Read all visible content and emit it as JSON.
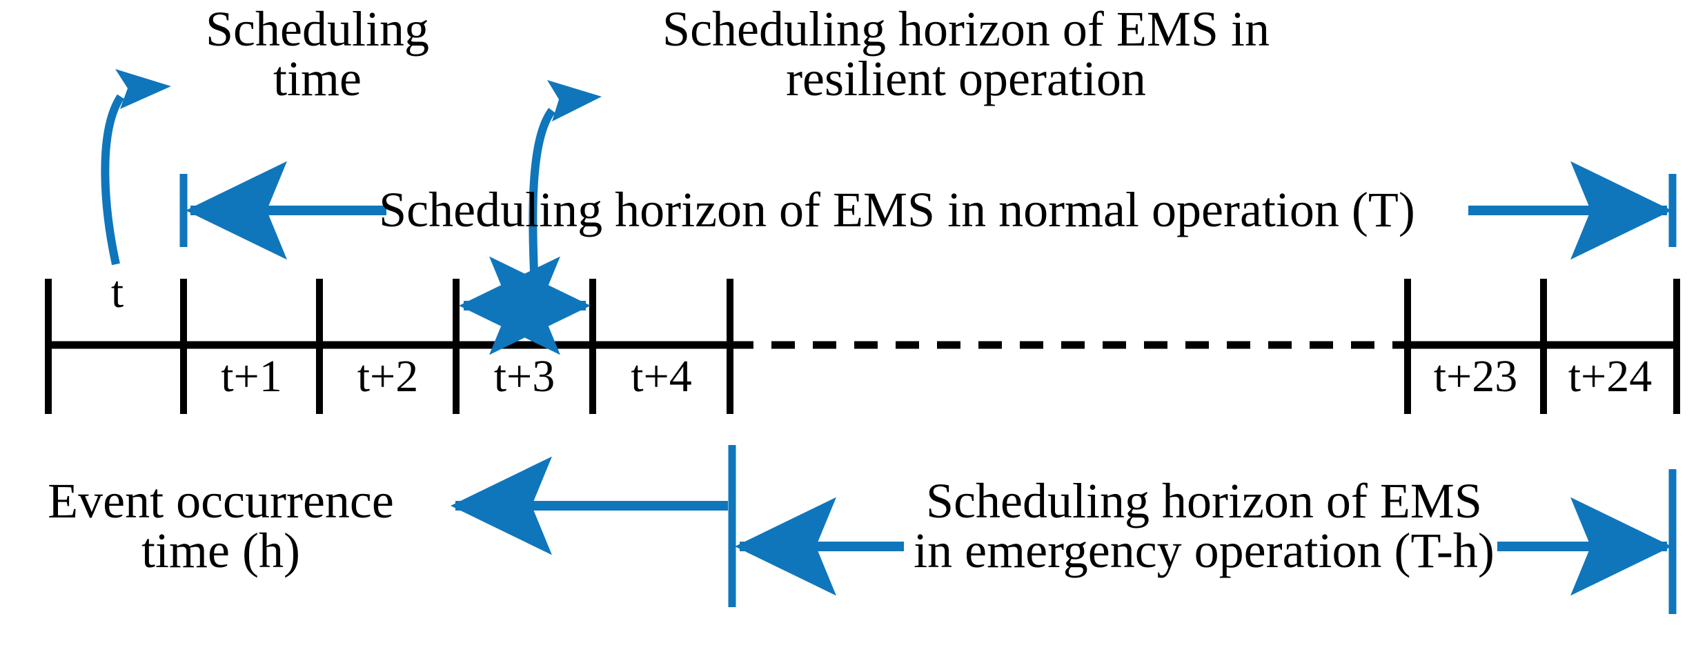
{
  "diagram": {
    "title": "EMS scheduling horizon timeline",
    "type": "timeline",
    "colors": {
      "accent_blue": "#0F76BC",
      "axis_black": "#000000",
      "background": "#FFFFFF"
    },
    "annotations": {
      "scheduling_time": "Scheduling\ntime",
      "scheduling_time_line1": "Scheduling",
      "scheduling_time_line2": "time",
      "resilient_line1": "Scheduling horizon of EMS in",
      "resilient_line2": "resilient operation",
      "normal_horizon": "Scheduling horizon of EMS in normal operation (T)",
      "event_line1": "Event occurrence",
      "event_line2": "time (h)",
      "emergency_line1": "Scheduling horizon of EMS",
      "emergency_line2": "in emergency operation (T-h)"
    },
    "timeline": {
      "current_time_marker": "t",
      "cells": [
        {
          "label": "t+1"
        },
        {
          "label": "t+2"
        },
        {
          "label": "t+3"
        },
        {
          "label": "t+4"
        },
        {
          "label": "t+23"
        },
        {
          "label": "t+24"
        }
      ],
      "ellipsis_style": "dashed-line",
      "tick_count": 9
    }
  },
  "chart_data": {
    "type": "timeline",
    "title": "EMS scheduling horizon timeline",
    "categories": [
      "t",
      "t+1",
      "t+2",
      "t+3",
      "t+4",
      "...",
      "t+23",
      "t+24"
    ],
    "spans": [
      {
        "name": "Scheduling horizon of EMS in normal operation (T)",
        "from": "t",
        "to": "t+24",
        "symbol": "T",
        "direction": "double"
      },
      {
        "name": "Scheduling horizon of EMS in resilient operation",
        "from": "t+2",
        "to": "t+3",
        "symbol": "",
        "direction": "double"
      },
      {
        "name": "Scheduling horizon of EMS in emergency operation (T-h)",
        "from": "t+4",
        "to": "t+24",
        "symbol": "T-h",
        "direction": "double"
      },
      {
        "name": "Event occurrence time (h)",
        "from": "t+4",
        "to": "t",
        "symbol": "h",
        "direction": "left"
      }
    ],
    "xlabel": "",
    "ylabel": "",
    "grid": false
  }
}
